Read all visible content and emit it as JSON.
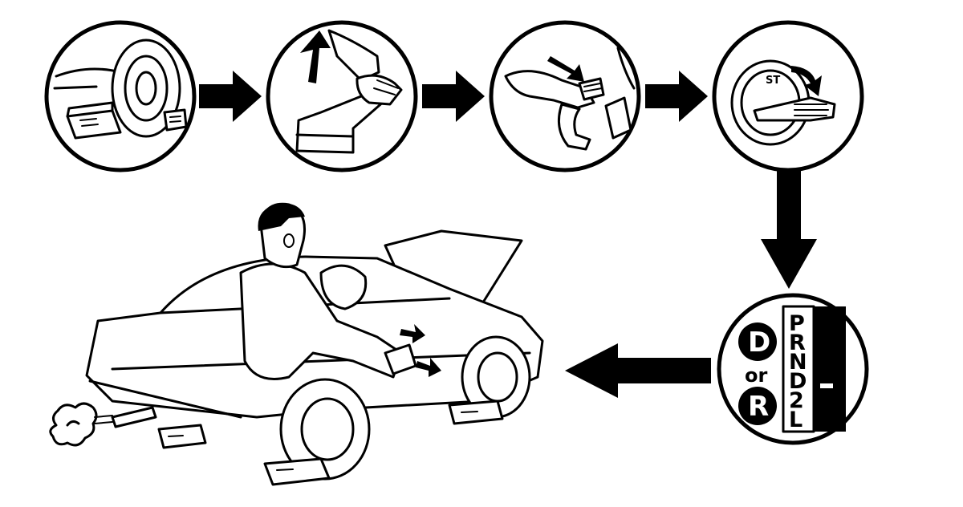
{
  "steps": [
    {
      "id": "wheel-blocks",
      "icon": "wheel-chock-icon"
    },
    {
      "id": "parking-brake",
      "icon": "parking-brake-lever-icon"
    },
    {
      "id": "brake-pedal",
      "icon": "brake-pedal-press-icon"
    },
    {
      "id": "ignition-start",
      "icon": "ignition-key-icon",
      "key_label": "ST"
    },
    {
      "id": "shift-gear",
      "icon": "gear-selector-icon"
    }
  ],
  "shift_panel": {
    "option_a": "D",
    "connector": "or",
    "option_b": "R",
    "gear_positions": [
      "P",
      "R",
      "N",
      "D",
      "2",
      "L"
    ]
  },
  "final_scene": {
    "icon": "car-on-blocks-running-icon"
  },
  "colors": {
    "ink": "#000000",
    "paper": "#ffffff"
  }
}
